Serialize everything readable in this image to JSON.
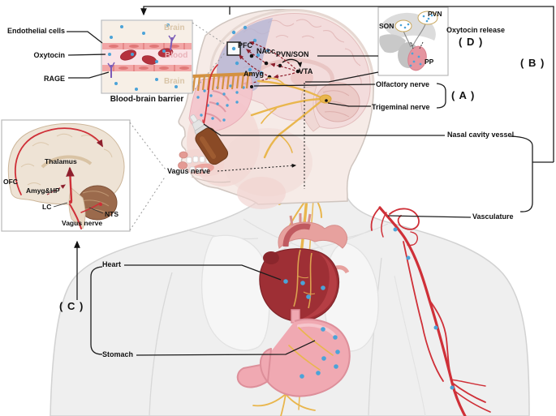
{
  "labels": {
    "endothelial_cells": "Endothelial cells",
    "oxytocin": "Oxytocin",
    "rage": "RAGE",
    "bbb_title": "Blood-brain barrier",
    "bbb_brain_top": "Brain",
    "bbb_blood": "Blood",
    "bbb_brain_bottom": "Brain",
    "pfc": "PFC",
    "nacc": "NAcc",
    "pvn_son": "PVN/SON",
    "vta": "VTA",
    "amyg": "Amyg",
    "pvn": "PVN",
    "son": "SON",
    "pp": "PP",
    "oxytocin_release": "Oxytocin release",
    "panel_a": "( A )",
    "panel_b": "( B )",
    "panel_c": "( C )",
    "panel_d": "( D )",
    "olfactory_nerve": "Olfactory nerve",
    "trigeminal_nerve": "Trigeminal nerve",
    "nasal_cavity_vessel": "Nasal cavity vessel",
    "vasculature": "Vasculature",
    "vagus_nerve_mid": "Vagus nerve",
    "vagus_nerve_inset": "Vagus nerve",
    "thalamus": "Thalamus",
    "ofc": "OFC",
    "amyg_hp": "Amyg&HP",
    "lc": "LC",
    "nts": "NTS",
    "heart": "Heart",
    "stomach": "Stomach"
  },
  "colors": {
    "oxytocin_dot": "#4ba3d8",
    "nerve_yellow": "#e9b64d",
    "olfactory_orange": "#d4913f",
    "vessel_red": "#cf3038",
    "pathway_red": "#8e1f2d",
    "heart_dark": "#9e2f35",
    "stomach_pink": "#f0a9b2",
    "brain_pink": "#f3dcdc",
    "pfc_purple": "#b4b5d5",
    "bottle_brown": "#8a4a26",
    "body_grey": "#efefef",
    "line_black": "#1c1c1c"
  }
}
